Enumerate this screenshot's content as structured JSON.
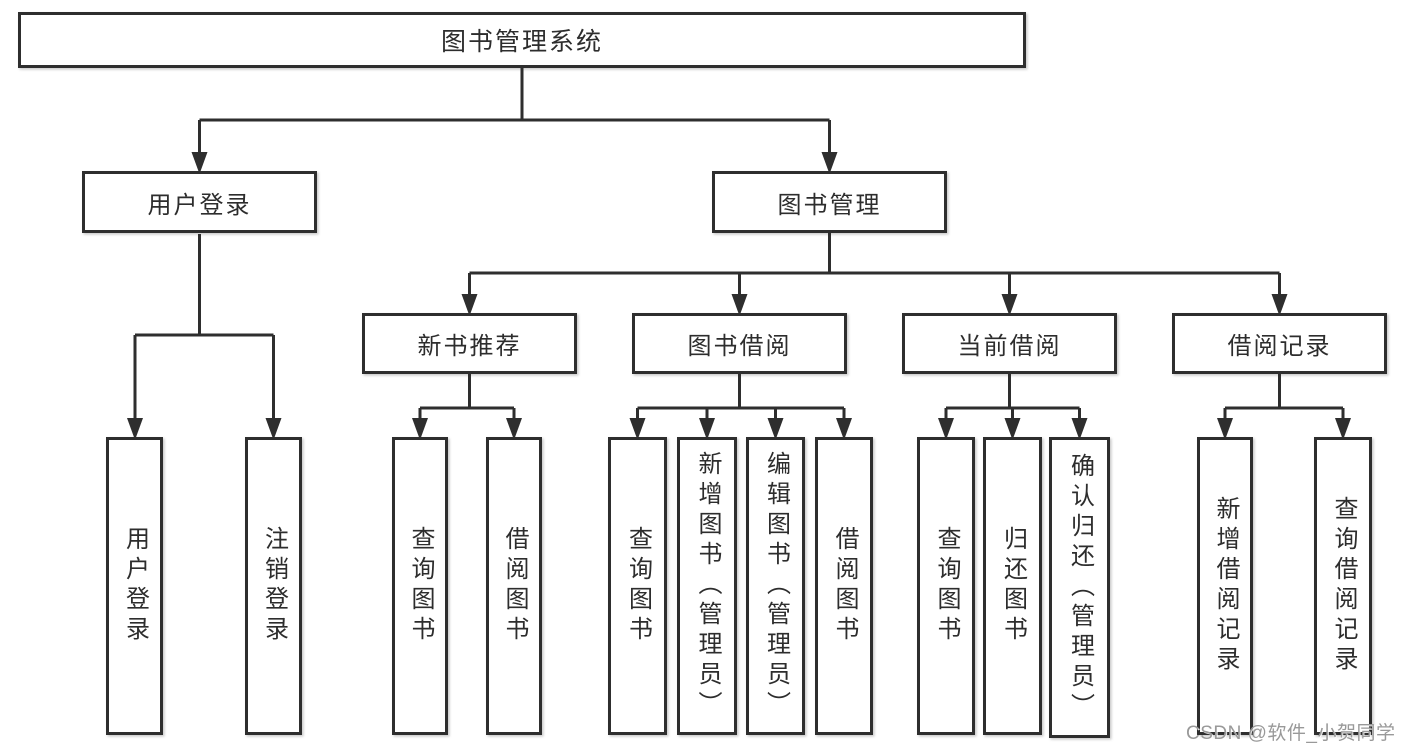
{
  "root": {
    "label": "图书管理系统"
  },
  "user_login": {
    "label": "用户登录",
    "children": [
      {
        "label": "用户登录"
      },
      {
        "label": "注销登录"
      }
    ]
  },
  "book_management": {
    "label": "图书管理"
  },
  "sections": [
    {
      "label": "新书推荐",
      "children": [
        {
          "label": "查询图书"
        },
        {
          "label": "借阅图书"
        }
      ]
    },
    {
      "label": "图书借阅",
      "children": [
        {
          "label": "查询图书"
        },
        {
          "label": "新增图书（管理员）"
        },
        {
          "label": "编辑图书（管理员）"
        },
        {
          "label": "借阅图书"
        }
      ]
    },
    {
      "label": "当前借阅",
      "children": [
        {
          "label": "查询图书"
        },
        {
          "label": "归还图书"
        },
        {
          "label": "确认归还（管理员）"
        }
      ]
    },
    {
      "label": "借阅记录",
      "children": [
        {
          "label": "新增借阅记录"
        },
        {
          "label": "查询借阅记录"
        }
      ]
    }
  ],
  "watermark": {
    "text": "CSDN @软件_小贺同学"
  },
  "colors": {
    "line": "#2e2e2e",
    "text": "#2d2d2d",
    "watermark": "#999999",
    "background": "#ffffff"
  }
}
